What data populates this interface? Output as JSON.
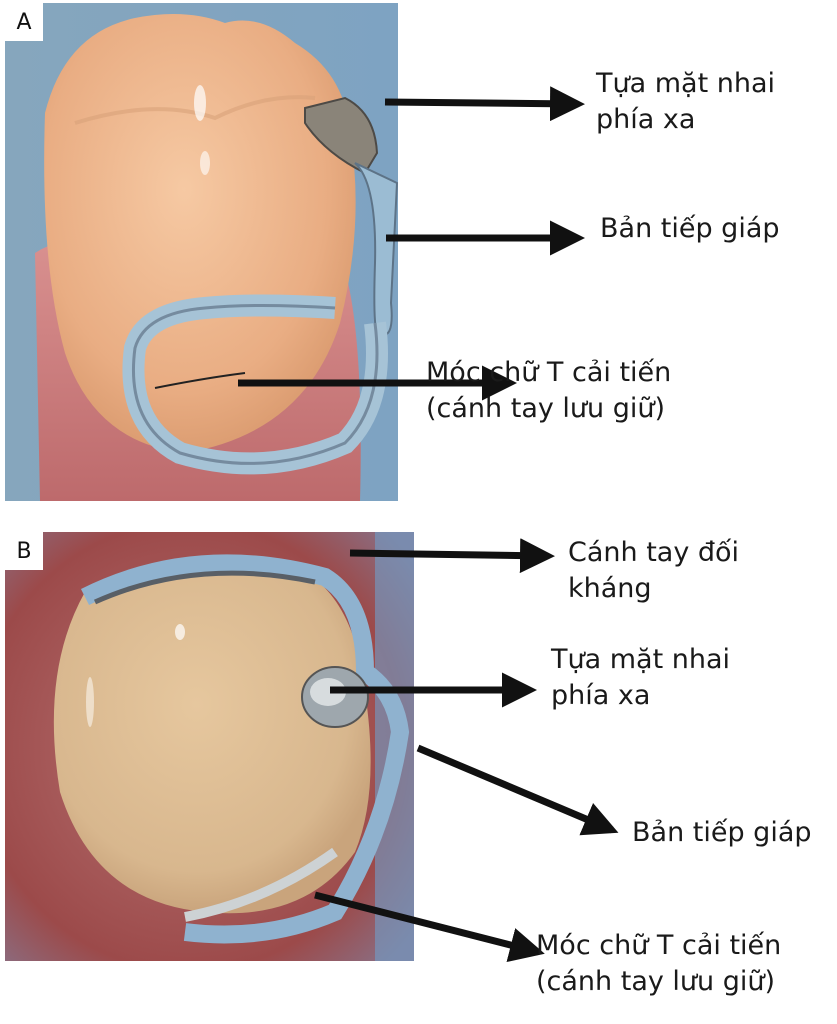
{
  "panels": [
    {
      "id": "A",
      "labels": {
        "rest": [
          "Tựa mặt nhai",
          "phía xa"
        ],
        "proximal_plate": "Bản tiếp giáp",
        "clasp": [
          "Móc chữ T cải tiến",
          "(cánh tay lưu giữ)"
        ]
      }
    },
    {
      "id": "B",
      "labels": {
        "reciprocal_arm": [
          "Cánh tay đối",
          "kháng"
        ],
        "rest": [
          "Tựa mặt nhai",
          "phía xa"
        ],
        "proximal_plate": "Bản tiếp giáp",
        "clasp": [
          "Móc chữ T cải tiến",
          "(cánh tay lưu giữ)"
        ]
      }
    }
  ]
}
